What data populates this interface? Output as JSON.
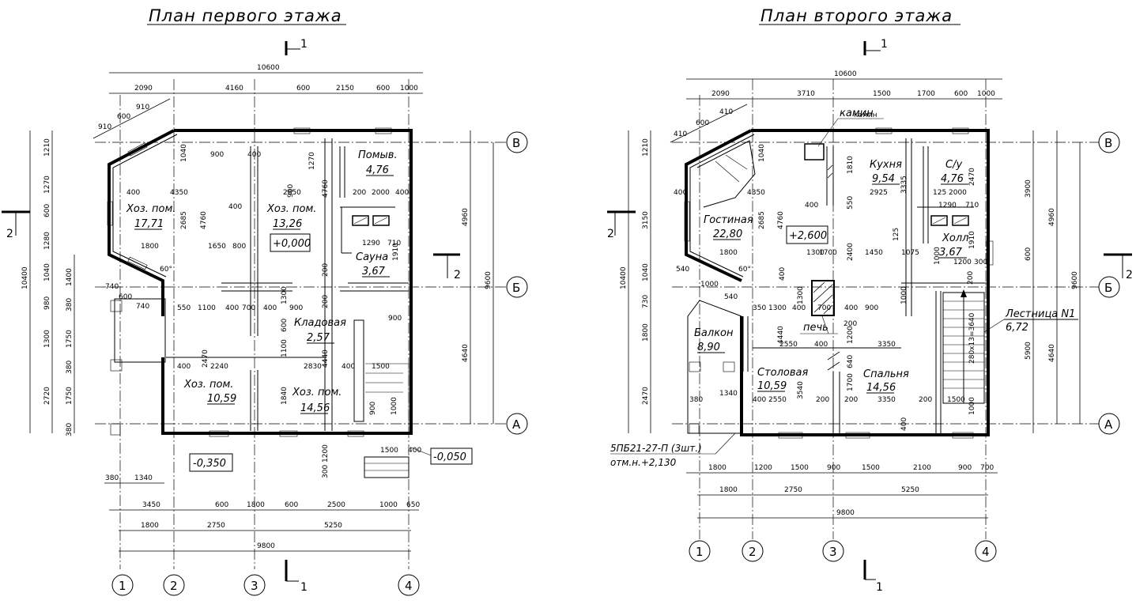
{
  "floor1": {
    "title": "План первого этажа",
    "cut": "1",
    "cut_side": "2",
    "overall_top": "10600",
    "top_dims": [
      "2090",
      "4160",
      "600",
      "2150",
      "600",
      "1000"
    ],
    "bay_dims": [
      "910",
      "600",
      "910"
    ],
    "left_outer": "10400",
    "left_dims": [
      "1210",
      "1270",
      "600",
      "1280",
      "1040",
      "980",
      "1300",
      "2720"
    ],
    "left_dims2": [
      "1400",
      "380",
      "1750",
      "380",
      "1750",
      "380"
    ],
    "right_dims": [
      "4960",
      "4640"
    ],
    "right_total": "9600",
    "bottom_dims": [
      "3450",
      "600",
      "1800",
      "600",
      "2500",
      "1000",
      "650"
    ],
    "bottom_axes": [
      "1800",
      "2750",
      "5250"
    ],
    "bottom_total": "9800",
    "porch_dims": [
      "380",
      "1340"
    ],
    "porch_diag": [
      "740",
      "600",
      "740"
    ],
    "axes_v": [
      "1",
      "2",
      "3",
      "4"
    ],
    "axes_h": [
      "В",
      "Б",
      "А"
    ],
    "rooms": [
      {
        "name": "Хоз. пом.",
        "area": "17,71"
      },
      {
        "name": "Хоз. пом.",
        "area": "13,26"
      },
      {
        "name": "Помыв.",
        "area": "4,76"
      },
      {
        "name": "Сауна",
        "area": "3,67"
      },
      {
        "name": "Кладовая",
        "area": "2,57"
      },
      {
        "name": "Хоз. пом.",
        "area": "10,59"
      },
      {
        "name": "Хоз. пом.",
        "area": "14,56"
      }
    ],
    "levels": [
      "+0,000",
      "-0,350",
      "-0,050"
    ],
    "inner_dims": [
      "400",
      "4350",
      "1800",
      "60°",
      "1040",
      "2685",
      "4760",
      "900",
      "400",
      "1650",
      "800",
      "400",
      "2850",
      "900",
      "4760",
      "1270",
      "200",
      "2000",
      "400",
      "1290",
      "710",
      "1910",
      "200",
      "200",
      "550",
      "1100",
      "400",
      "700",
      "400",
      "900",
      "1300",
      "600",
      "1100",
      "2830",
      "400",
      "1500",
      "900",
      "4440",
      "2240",
      "400",
      "1840",
      "1200",
      "300",
      "1500",
      "400",
      "1000",
      "900",
      "2470"
    ]
  },
  "floor2": {
    "title": "План второго этажа",
    "cut": "1",
    "cut_side": "2",
    "overall_top": "10600",
    "top_dims": [
      "2090",
      "3710",
      "1500",
      "1700",
      "600",
      "1000"
    ],
    "bay_dims": [
      "410",
      "600",
      "410"
    ],
    "left_outer": "10400",
    "left_dims": [
      "1210",
      "3150",
      "1040",
      "730",
      "1800",
      "2470"
    ],
    "right_dims": [
      "3900",
      "600",
      "5900"
    ],
    "right_dims2": [
      "4960",
      "4640"
    ],
    "right_total": "9600",
    "bottom_row1": [
      "1800",
      "1200",
      "1500",
      "900",
      "1500",
      "2100",
      "900",
      "700"
    ],
    "bottom_axes": [
      "1800",
      "2750",
      "5250"
    ],
    "bottom_total": "9800",
    "axes_v": [
      "1",
      "2",
      "3",
      "4"
    ],
    "axes_h": [
      "В",
      "Б",
      "А"
    ],
    "rooms": [
      {
        "name": "Гостиная",
        "area": "22,80"
      },
      {
        "name": "Кухня",
        "area": "9,54"
      },
      {
        "name": "С/у",
        "area": "4,76"
      },
      {
        "name": "Холл",
        "area": "3,67"
      },
      {
        "name": "Балкон",
        "area": "8,90"
      },
      {
        "name": "Столовая",
        "area": "10,59"
      },
      {
        "name": "Спальня",
        "area": "14,56"
      },
      {
        "name": "Лестница N1",
        "area": "6,72"
      }
    ],
    "labels": {
      "kamin": "камин",
      "pech": "печь",
      "slab": "5ПБ21-27-П (3шт.)",
      "mark": "отм.н.+2,130",
      "stair": "280х13=3640"
    },
    "levels": [
      "+2,600"
    ],
    "inner_dims": [
      "400",
      "4350",
      "1800",
      "60°",
      "1040",
      "2685",
      "4760",
      "400",
      "550",
      "1810",
      "2925",
      "3335",
      "125",
      "2000",
      "2470",
      "1290",
      "710",
      "1910",
      "1300",
      "1700",
      "2400",
      "1450",
      "1075",
      "1000",
      "1200",
      "300",
      "400",
      "200",
      "540",
      "1000",
      "540",
      "350",
      "1300",
      "400",
      "1300",
      "700",
      "400",
      "900",
      "200",
      "4440",
      "2550",
      "400",
      "1200",
      "3350",
      "1700",
      "640",
      "3540",
      "200",
      "3350",
      "200",
      "1340",
      "380",
      "400",
      "2550",
      "200",
      "1500",
      "1000",
      "1000",
      "400",
      "125"
    ]
  }
}
